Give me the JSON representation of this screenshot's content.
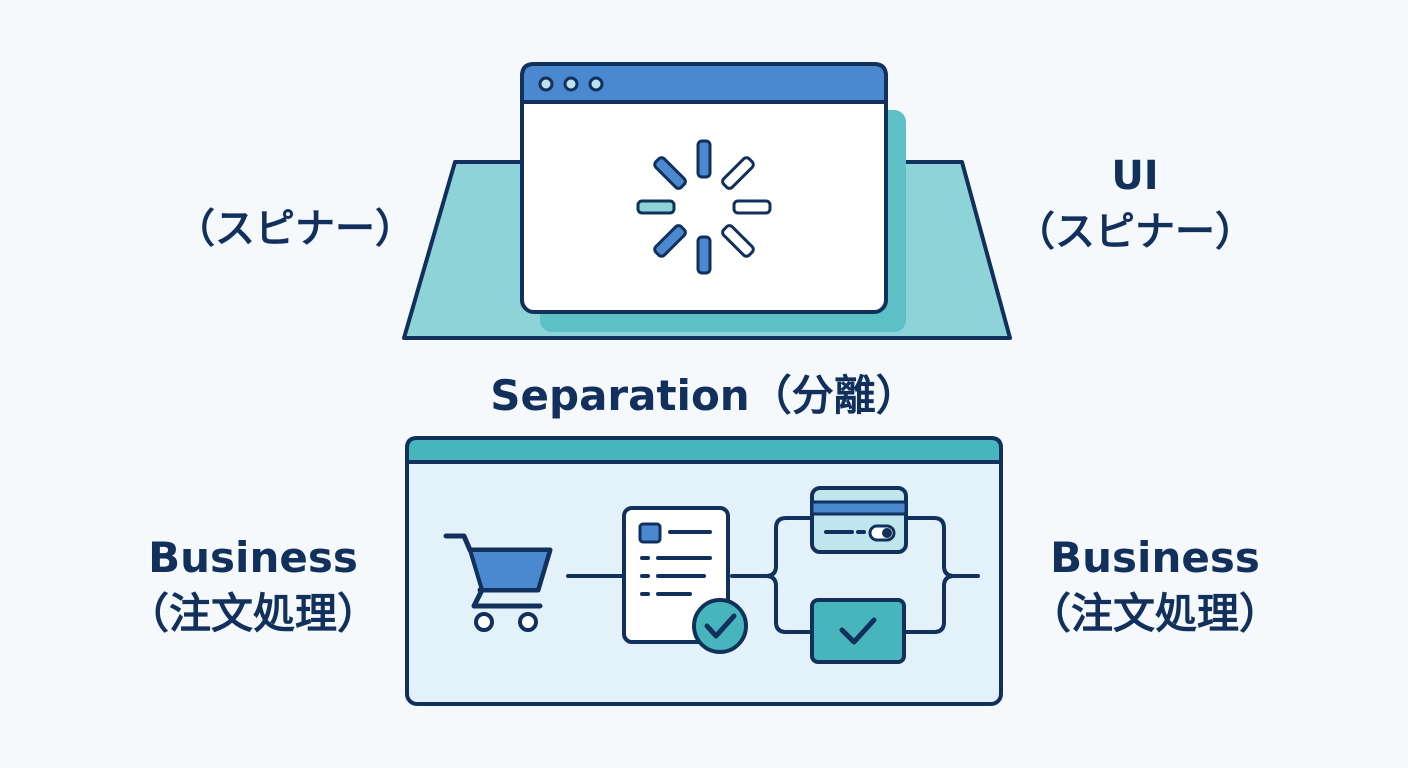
{
  "labels": {
    "ui_left": "（スピナー）",
    "ui_right_title": "UI",
    "ui_right_sub": "（スピナー）",
    "separation": "Separation（分離）",
    "business_left_title": "Business",
    "business_left_sub": "（注文処理）",
    "business_right_title": "Business",
    "business_right_sub": "（注文処理）"
  },
  "icons": {
    "window_controls": "three-dots-icon",
    "spinner": "loading-spinner-icon",
    "cart": "shopping-cart-icon",
    "document": "document-icon",
    "check_badge": "check-circle-icon",
    "card": "credit-card-icon",
    "confirm": "check-box-icon"
  },
  "colors": {
    "navy": "#12305c",
    "blue": "#4a88d0",
    "teal": "#8dd3d8",
    "teal_dark": "#46b6bc",
    "panel_bg": "#e3f1fa"
  }
}
